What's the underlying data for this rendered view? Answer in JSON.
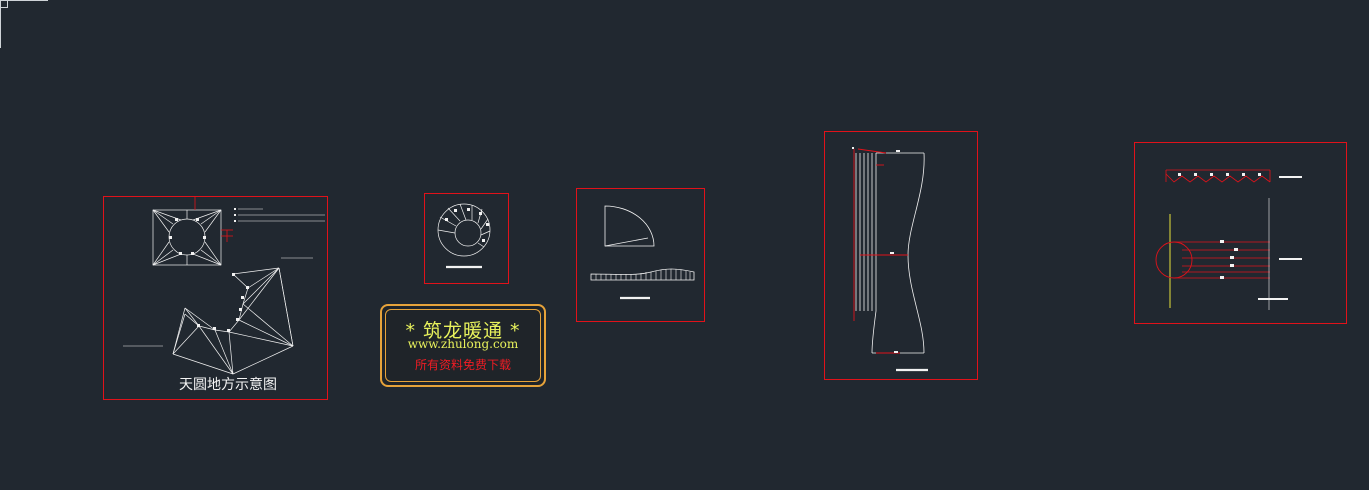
{
  "drawing": {
    "background_color": "#212830",
    "frame_color": "#e1121a",
    "line_color": "#f2f2f2",
    "accent_yellow": "#e8e23a"
  },
  "panels": {
    "tianyuan": {
      "title": "天圆地方示意图"
    }
  },
  "watermark": {
    "title": "* 筑龙暖通 *",
    "url": "www.zhulong.com",
    "slogan": "所有资料免费下载",
    "title_color": "#e8f25c",
    "slogan_color": "#ee1c24",
    "border_color": "#e7a33a"
  }
}
